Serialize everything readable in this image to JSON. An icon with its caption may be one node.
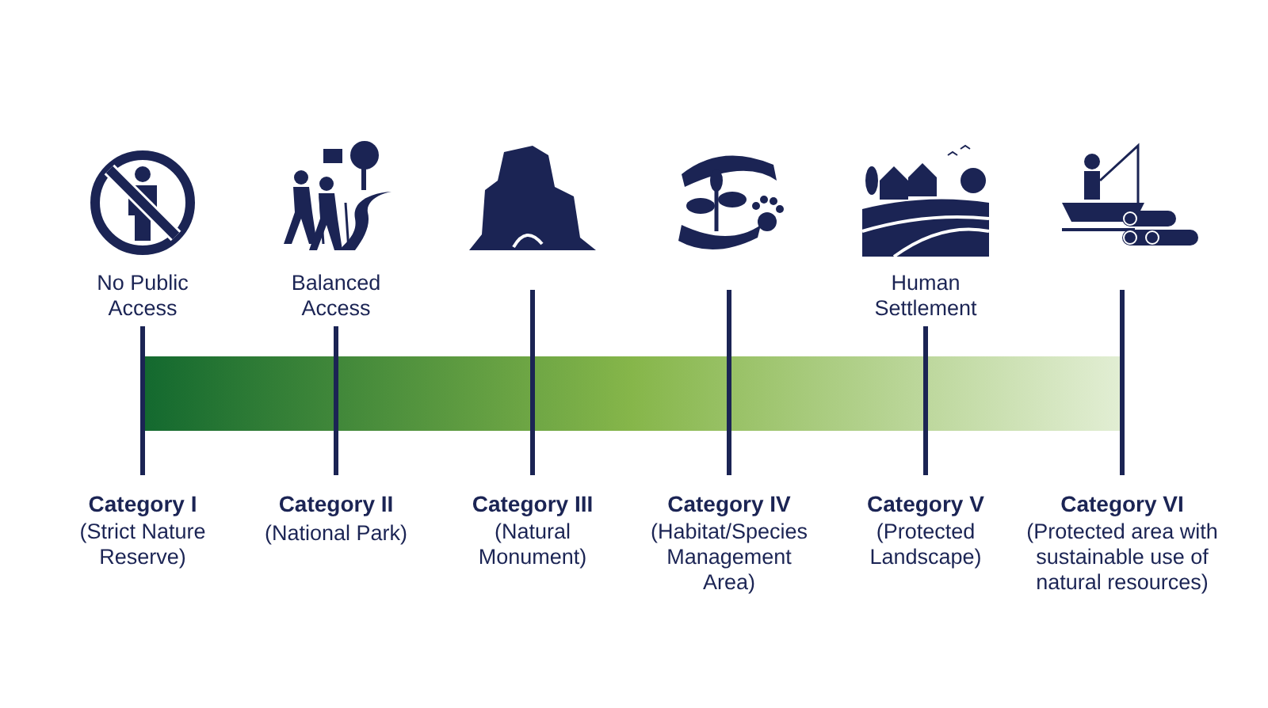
{
  "diagram": {
    "nodes": [
      {
        "text": [
          "Category I",
          "(Strict Nature Reserve)"
        ]
      },
      {
        "text": [
          "Category II",
          "(National Park)"
        ]
      },
      {
        "text": [
          "Category III",
          "(Natural Monument)"
        ]
      },
      {
        "text": [
          "Category IV",
          "(Habitat/Species Management Area)"
        ]
      },
      {
        "text": [
          "Category V",
          "(Protected Landscape)"
        ]
      },
      {
        "text": [
          "Category VI",
          "(Protected area with sustainable use of natural resources)"
        ]
      },
      {
        "text": [],
        "shape": "bar"
      }
    ],
    "labels": [
      "No Public Access",
      "Balanced Access",
      "Human Settlement"
    ]
  }
}
